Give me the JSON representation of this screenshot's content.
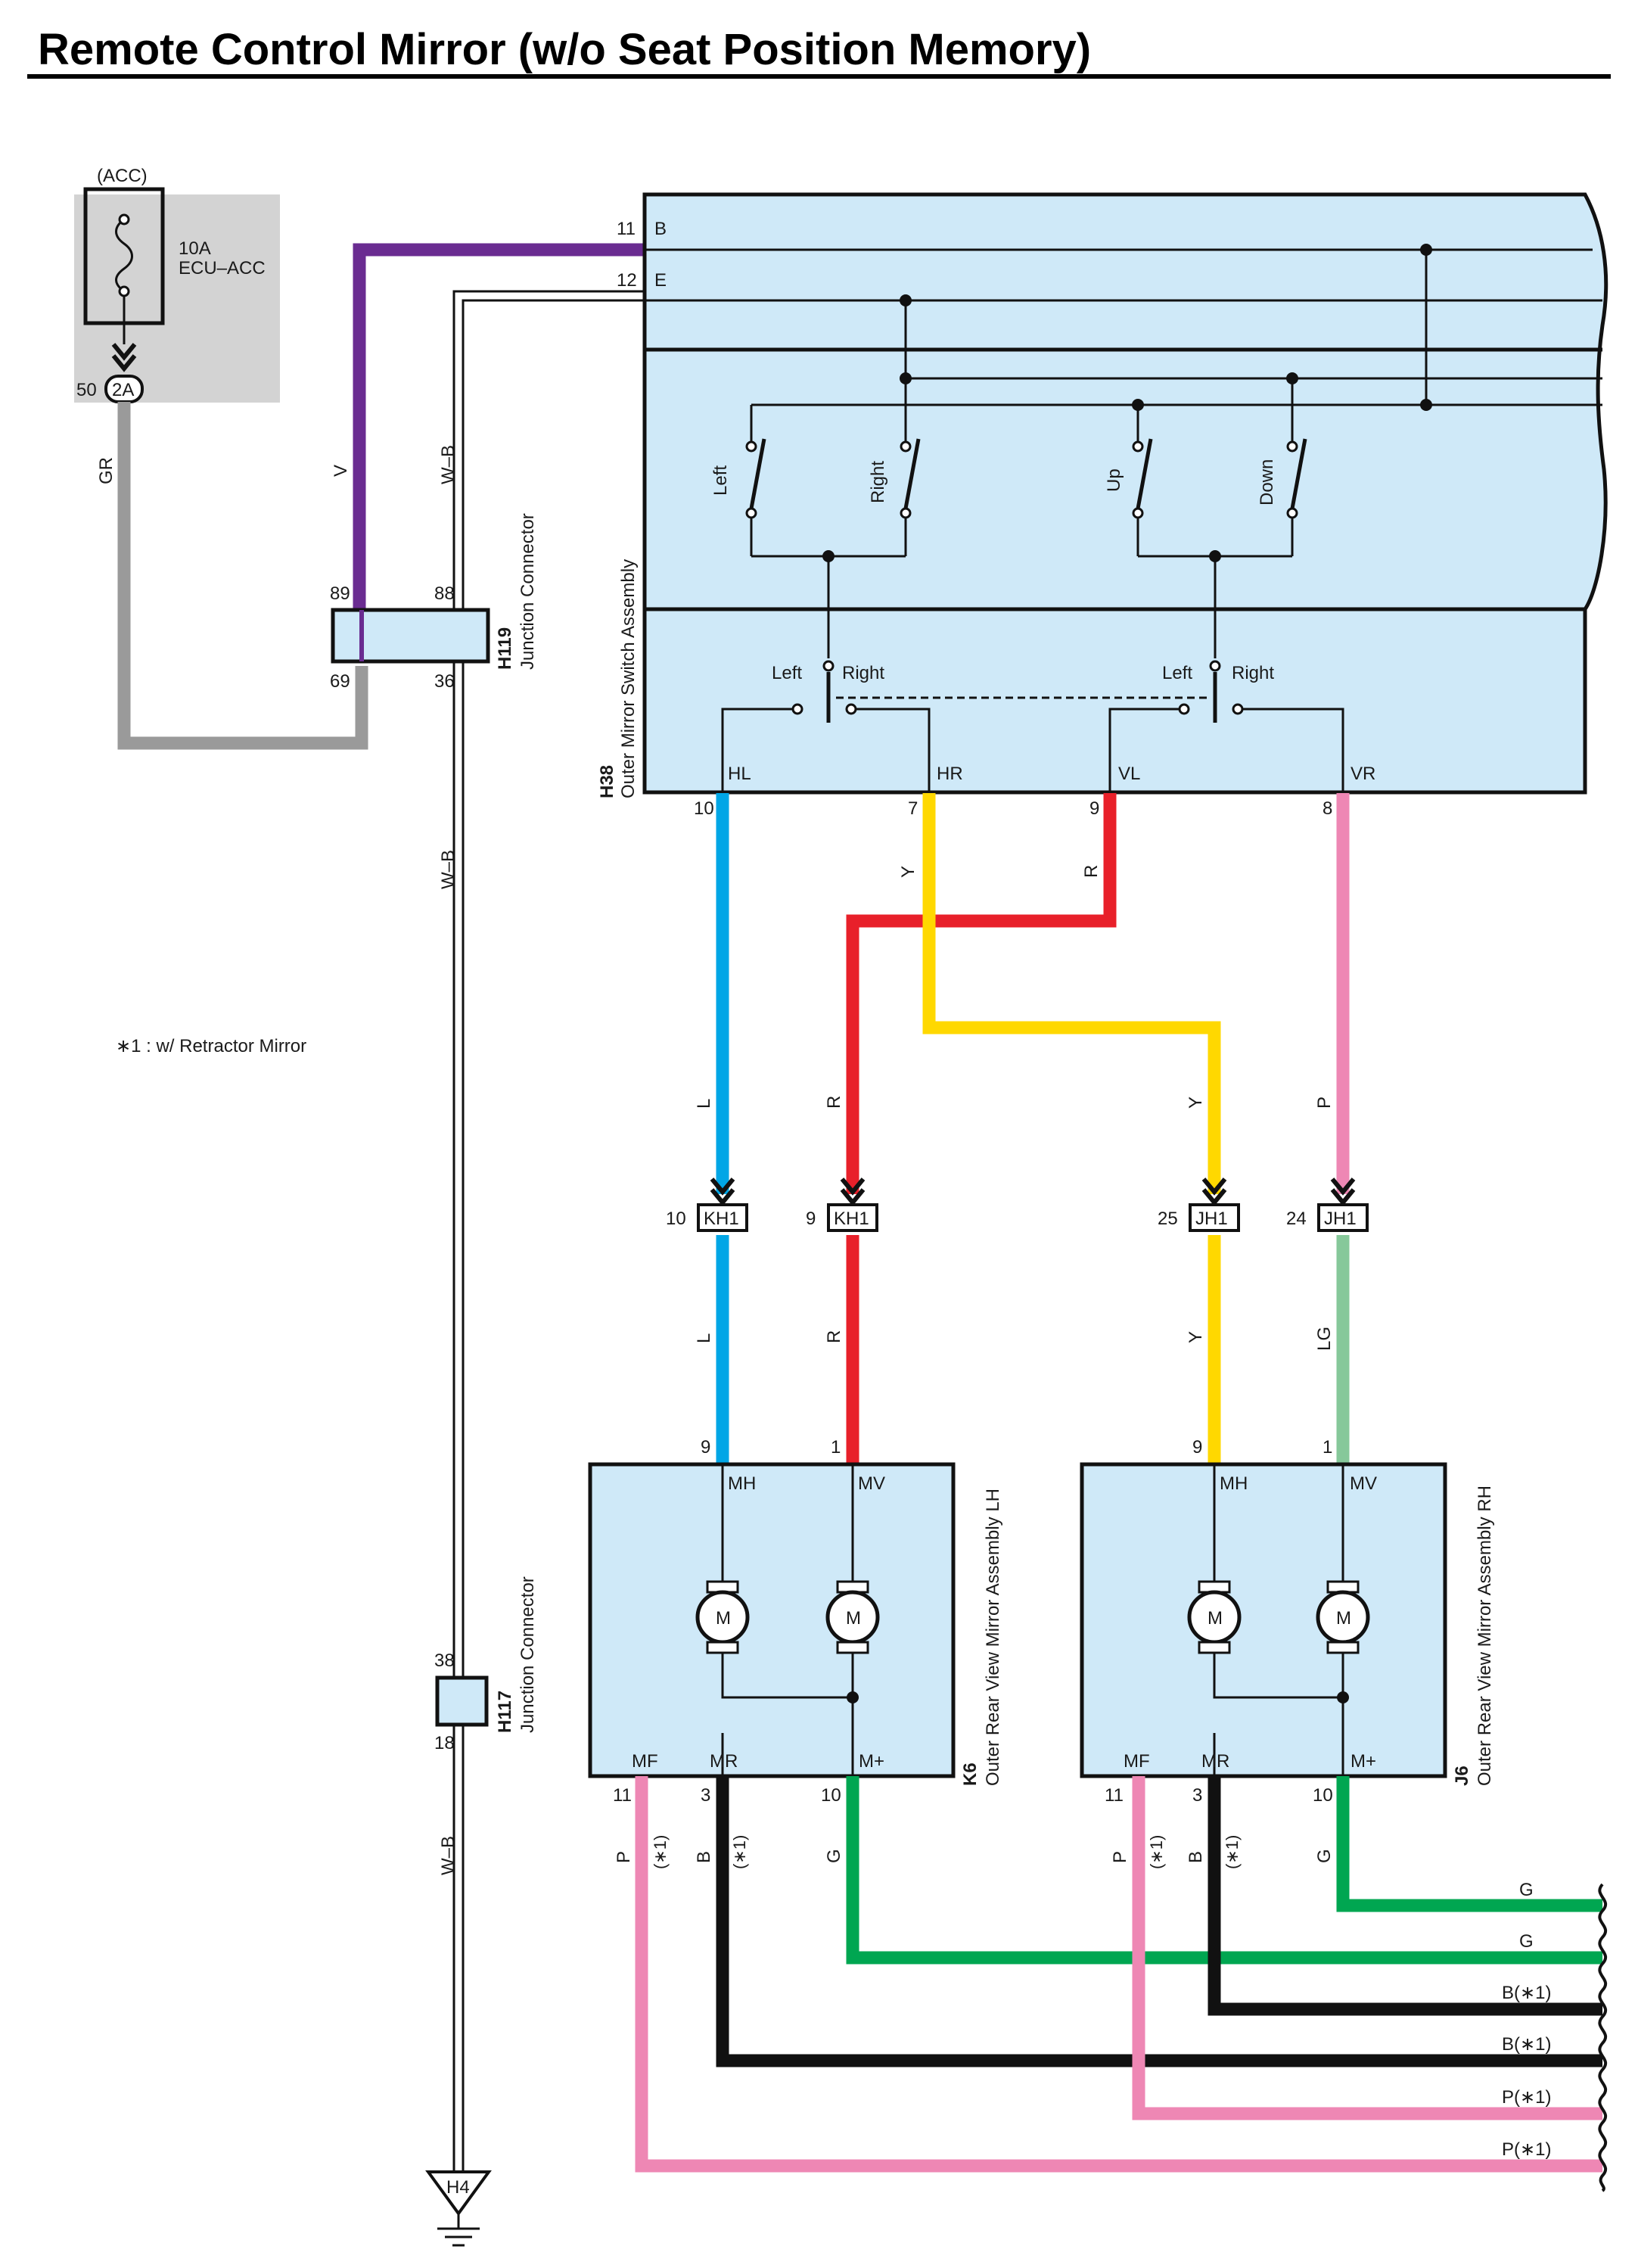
{
  "title": "Remote Control Mirror (w/o Seat Position Memory)",
  "note": "∗1 : w/ Retractor Mirror",
  "fuse": {
    "supply": "(ACC)",
    "rating": "10A",
    "name": "ECU–ACC",
    "connector_pin": "50",
    "connector": "2A"
  },
  "junction_connectors": [
    {
      "id": "H119",
      "name": "Junction Connector",
      "pins_top": [
        "89",
        "88"
      ],
      "pins_bottom": [
        "69",
        "36"
      ]
    },
    {
      "id": "H117",
      "name": "Junction Connector",
      "pins_top": [
        "38"
      ],
      "pins_bottom": [
        "18"
      ]
    }
  ],
  "ground": "H4",
  "switch_assembly": {
    "id": "H38",
    "name": "Outer Mirror Switch Assembly",
    "inputs": [
      {
        "pin": "11",
        "terminal": "B"
      },
      {
        "pin": "12",
        "terminal": "E"
      }
    ],
    "switch_labels": [
      "Left",
      "Right",
      "Up",
      "Down"
    ],
    "selector_labels": [
      "Left",
      "Right",
      "Left",
      "Right"
    ],
    "outputs": [
      {
        "pin": "10",
        "terminal": "HL"
      },
      {
        "pin": "7",
        "terminal": "HR"
      },
      {
        "pin": "9",
        "terminal": "VL"
      },
      {
        "pin": "8",
        "terminal": "VR"
      }
    ]
  },
  "inline_connectors": [
    {
      "pin": "10",
      "id": "KH1"
    },
    {
      "pin": "9",
      "id": "KH1"
    },
    {
      "pin": "25",
      "id": "JH1"
    },
    {
      "pin": "24",
      "id": "JH1"
    }
  ],
  "mirrors": [
    {
      "id": "K6",
      "name": "Outer Rear View Mirror Assembly LH",
      "top_pins": [
        {
          "pin": "9",
          "terminal": "MH"
        },
        {
          "pin": "1",
          "terminal": "MV"
        }
      ],
      "bottom_pins": [
        {
          "pin": "11",
          "terminal": "MF"
        },
        {
          "pin": "3",
          "terminal": "MR"
        },
        {
          "pin": "10",
          "terminal": "M+"
        }
      ],
      "motor_label": "M"
    },
    {
      "id": "J6",
      "name": "Outer Rear View Mirror Assembly RH",
      "top_pins": [
        {
          "pin": "9",
          "terminal": "MH"
        },
        {
          "pin": "1",
          "terminal": "MV"
        }
      ],
      "bottom_pins": [
        {
          "pin": "11",
          "terminal": "MF"
        },
        {
          "pin": "3",
          "terminal": "MR"
        },
        {
          "pin": "10",
          "terminal": "M+"
        }
      ],
      "motor_label": "M"
    }
  ],
  "wire_colors": {
    "GR": {
      "label": "GR",
      "hex": "#9a9a9a"
    },
    "V": {
      "label": "V",
      "hex": "#6a2c91"
    },
    "WB": {
      "label": "W–B",
      "hex": "#111111"
    },
    "L": {
      "label": "L",
      "hex": "#00a6e6"
    },
    "R": {
      "label": "R",
      "hex": "#e8202a"
    },
    "Y": {
      "label": "Y",
      "hex": "#ffd800"
    },
    "P": {
      "label": "P",
      "hex": "#ee87b4"
    },
    "LG": {
      "label": "LG",
      "hex": "#86c89a"
    },
    "G": {
      "label": "G",
      "hex": "#00a651"
    },
    "B": {
      "label": "B",
      "hex": "#111111"
    }
  },
  "option_mark": "(∗1)",
  "right_edge_wires": [
    "G",
    "G",
    "B(∗1)",
    "B(∗1)",
    "P(∗1)",
    "P(∗1)"
  ]
}
